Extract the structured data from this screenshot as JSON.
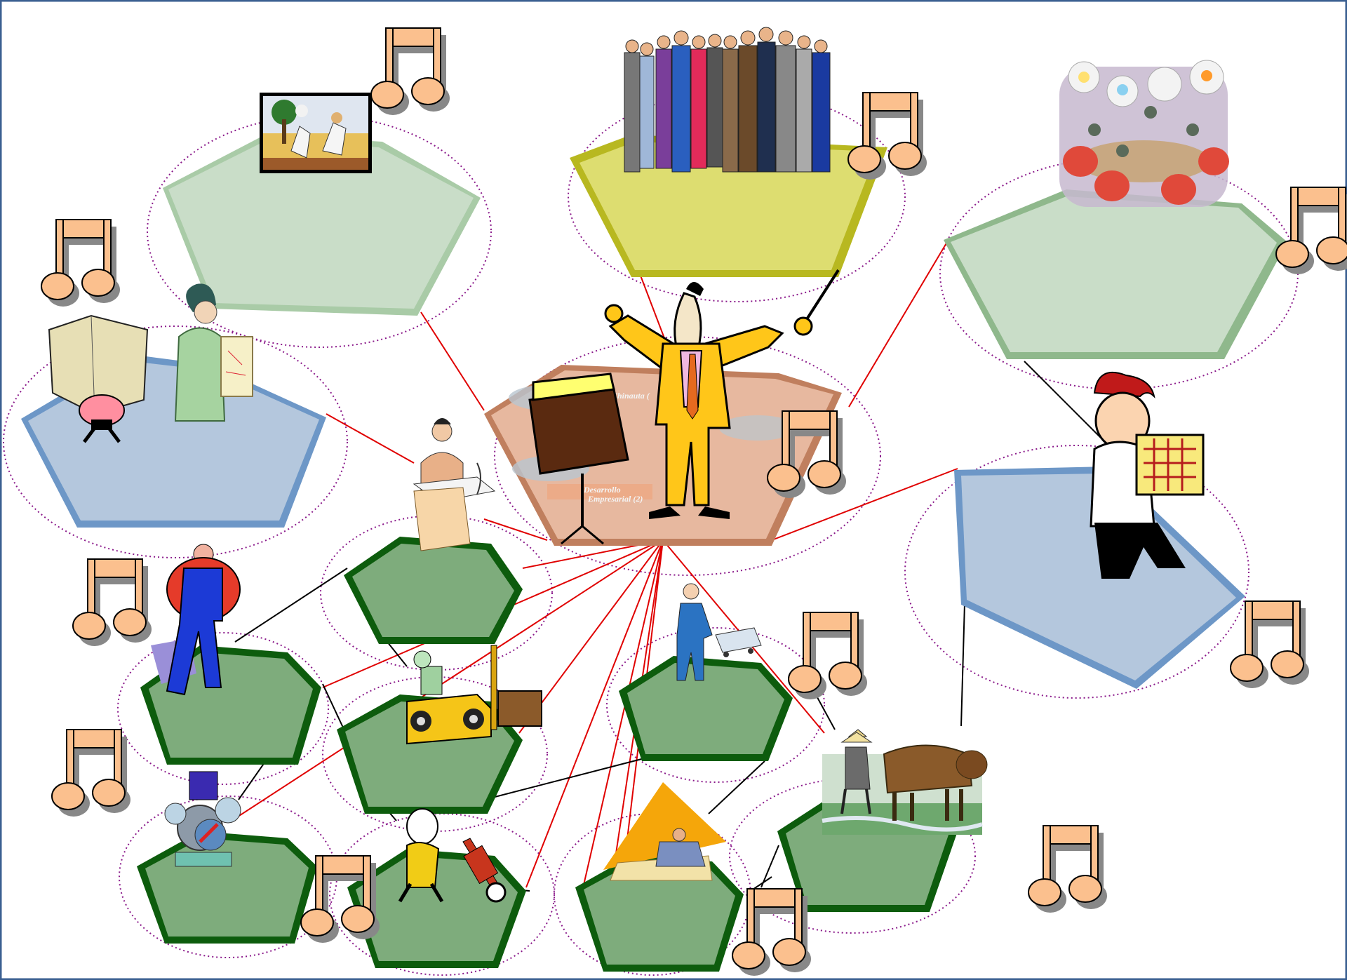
{
  "diagram": {
    "center_labels": [
      "Chinauta (",
      "Desarrollo",
      "Empresarial (2)"
    ]
  },
  "colors": {
    "frame": "#3b5f91",
    "ellipse_dotted": "#8b1a8b",
    "link_red": "#e00000",
    "link_black": "#000000",
    "pentagon_light_green": "#c9ddc8",
    "pentagon_yellow": "#dddd70",
    "pentagon_blue": "#b4c7dd",
    "pentagon_dark_green": "#7eac7c",
    "pentagon_center": "#e7b89f",
    "music_note": "#fbc08e"
  },
  "icons": [
    "music-note-icon",
    "farm-workers-clipart",
    "business-team-clipart",
    "meeting-ideas-clipart",
    "box-carrier-clipart",
    "woman-with-scroll-clipart",
    "speaker-at-podium-clipart",
    "orchestra-conductor-clipart",
    "music-stand-clipart",
    "presenter-with-chart-clipart",
    "worker-in-overalls-clipart",
    "forklift-clipart",
    "businessman-pushing-cart-clipart",
    "machine-gears-clipart",
    "hand-truck-worker-clipart",
    "man-with-pyramid-clipart",
    "farmer-with-oxen-clipart"
  ]
}
